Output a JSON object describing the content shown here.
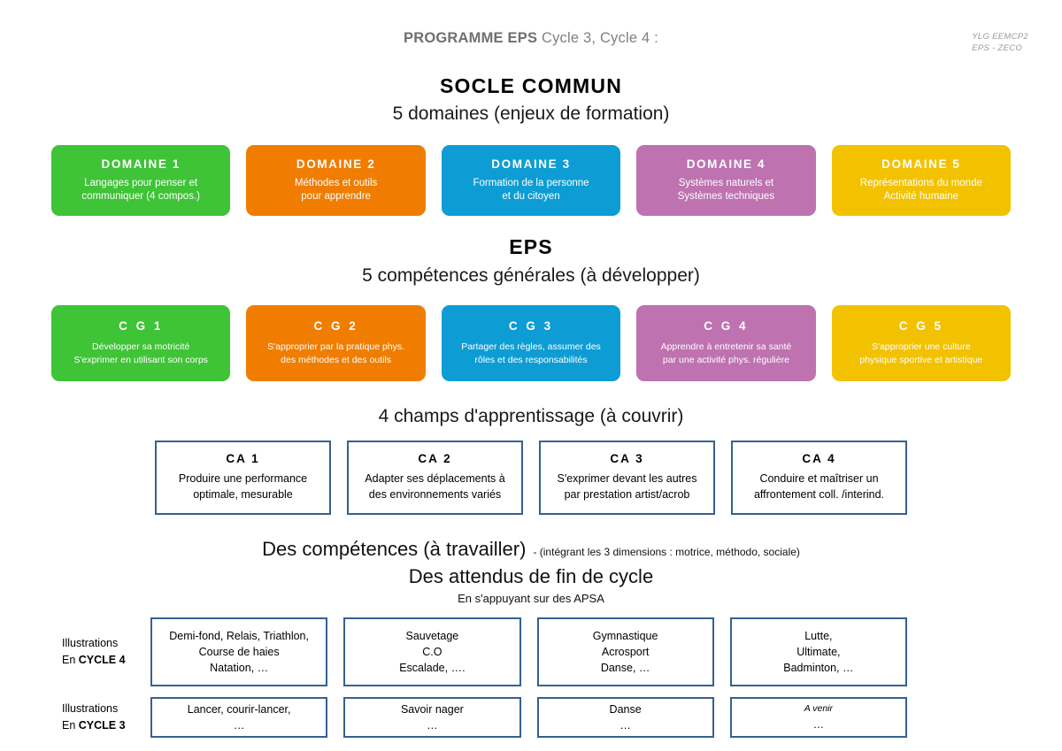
{
  "header": {
    "title_strong": "PROGRAMME EPS",
    "title_rest": " Cycle 3, Cycle 4 :",
    "credits_line1": "YLG EEMCP2",
    "credits_line2": "EPS - ZECO"
  },
  "socle": {
    "title": "SOCLE COMMUN",
    "subtitle": "5 domaines (enjeux de formation)",
    "colors": {
      "green": "#3FC337",
      "orange": "#F07D00",
      "blue": "#0D9DD4",
      "purple": "#BE72B0",
      "yellow": "#F2C200"
    },
    "domains": [
      {
        "title": "DOMAINE 1",
        "desc_line1": "Langages pour penser et",
        "desc_line2": "communiquer (4 compos.)",
        "color": "#3FC337"
      },
      {
        "title": "DOMAINE 2",
        "desc_line1": "Méthodes et outils",
        "desc_line2": "pour apprendre",
        "color": "#F07D00"
      },
      {
        "title": "DOMAINE 3",
        "desc_line1": "Formation de la personne",
        "desc_line2": "et du citoyen",
        "color": "#0D9DD4"
      },
      {
        "title": "DOMAINE 4",
        "desc_line1": "Systèmes naturels et",
        "desc_line2": "Systèmes techniques",
        "color": "#BE72B0"
      },
      {
        "title": "DOMAINE 5",
        "desc_line1": "Représentations du monde",
        "desc_line2": "Activité humaine",
        "color": "#F2C200"
      }
    ]
  },
  "eps": {
    "title": "EPS",
    "subtitle": "5 compétences générales (à développer)",
    "competences": [
      {
        "title": "C G 1",
        "desc_line1": "Développer sa motricité",
        "desc_line2": "S'exprimer en utilisant son corps",
        "color": "#3FC337"
      },
      {
        "title": "C G 2",
        "desc_line1": "S'approprier par la pratique phys.",
        "desc_line2": "des méthodes et des outils",
        "color": "#F07D00"
      },
      {
        "title": "C G 3",
        "desc_line1": "Partager des règles, assumer des",
        "desc_line2": "rôles et des responsabilités",
        "color": "#0D9DD4"
      },
      {
        "title": "C G 4",
        "desc_line1": "Apprendre à entretenir sa santé",
        "desc_line2": "par une activité phys. régulière",
        "color": "#BE72B0"
      },
      {
        "title": "C G 5",
        "desc_line1": "S'approprier une culture",
        "desc_line2": "physique sportive et artistique",
        "color": "#F2C200"
      }
    ]
  },
  "champs": {
    "heading": "4 champs d'apprentissage (à couvrir)",
    "border_color": "#36618E",
    "items": [
      {
        "title": "CA 1",
        "desc_line1": "Produire une performance",
        "desc_line2": "optimale, mesurable"
      },
      {
        "title": "CA 2",
        "desc_line1": "Adapter ses déplacements à",
        "desc_line2": "des environnements variés"
      },
      {
        "title": "CA 3",
        "desc_line1": "S'exprimer devant les autres",
        "desc_line2": "par prestation artist/acrob"
      },
      {
        "title": "CA 4",
        "desc_line1": "Conduire et maîtriser un",
        "desc_line2": "affrontement coll. /interind."
      }
    ]
  },
  "competences_block": {
    "main": "Des compétences (à travailler)",
    "note": "- (intégrant les 3 dimensions : motrice, méthodo, sociale)",
    "attendus": "Des attendus de fin de cycle",
    "apsa": "En s'appuyant sur des APSA"
  },
  "illustrations": {
    "cycle4": {
      "label_line1": "Illustrations",
      "label_line2_prefix": "En ",
      "label_line2_strong": "CYCLE 4",
      "boxes": [
        {
          "lines": [
            "Demi-fond, Relais, Triathlon,",
            "Course de haies",
            "Natation, …"
          ],
          "italic": false
        },
        {
          "lines": [
            "Sauvetage",
            "C.O",
            "Escalade, …."
          ],
          "italic": false
        },
        {
          "lines": [
            "Gymnastique",
            "Acrosport",
            "Danse, …"
          ],
          "italic": false
        },
        {
          "lines": [
            "Lutte,",
            "Ultimate,",
            "Badminton, …"
          ],
          "italic": false
        }
      ]
    },
    "cycle3": {
      "label_line1": "Illustrations",
      "label_line2_prefix": "En ",
      "label_line2_strong": "CYCLE 3",
      "boxes": [
        {
          "lines": [
            "Lancer, courir-lancer,",
            "…"
          ],
          "italic": false
        },
        {
          "lines": [
            "Savoir nager",
            "…"
          ],
          "italic": false
        },
        {
          "lines": [
            "Danse",
            "…"
          ],
          "italic": false
        },
        {
          "lines": [
            "A venir",
            "…"
          ],
          "italic": true
        }
      ]
    }
  }
}
